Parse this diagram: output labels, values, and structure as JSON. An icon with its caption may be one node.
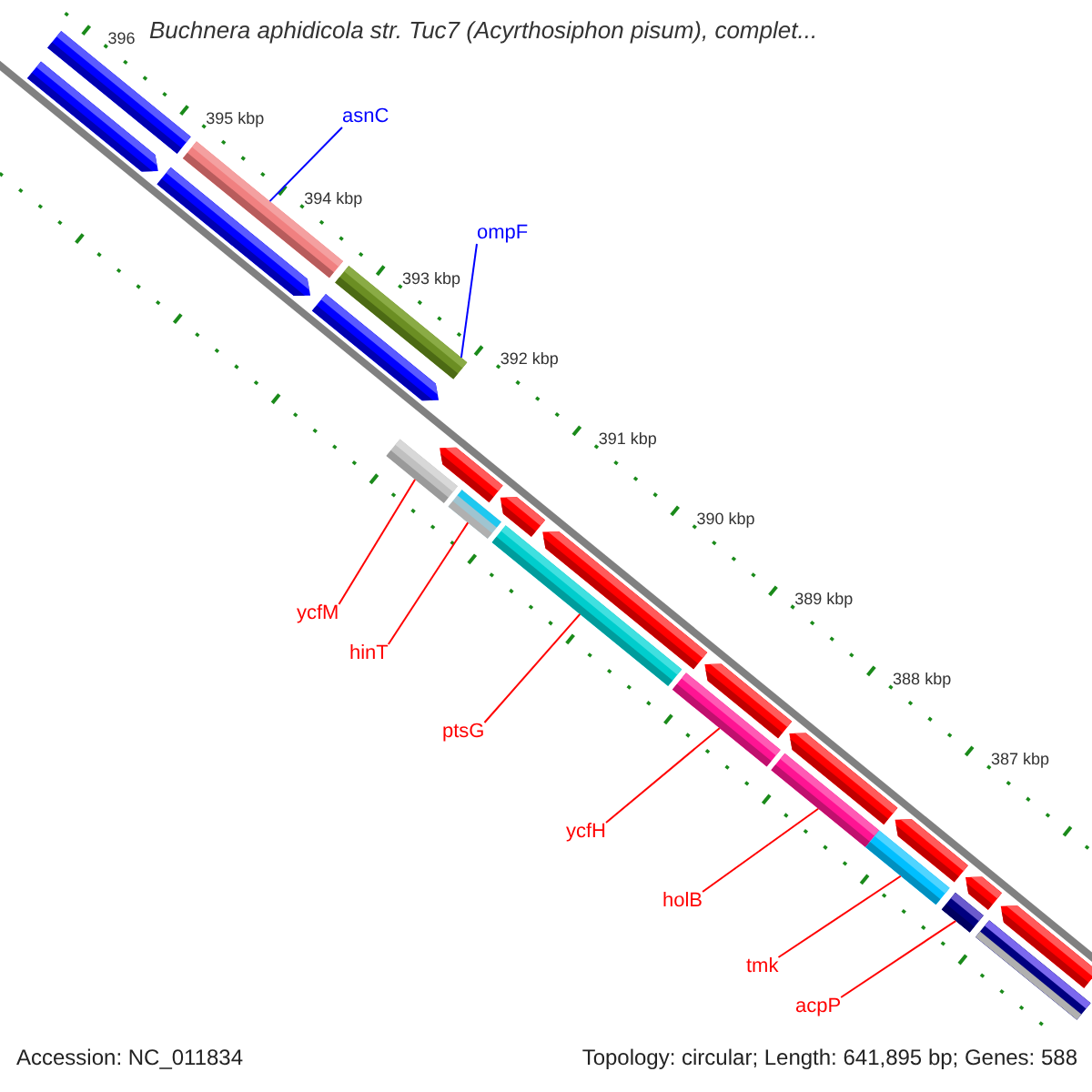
{
  "diagram": {
    "title": "Buchnera aphidicola str. Tuc7 (Acyrthosiphon pisum), complet...",
    "nodes": [
      {
        "text": [],
        "shape": "bar"
      },
      {
        "text": [],
        "shape": "bar"
      },
      {
        "text": [],
        "shape": "bar"
      },
      {
        "text": [],
        "shape": "pentagon"
      },
      {
        "text": [],
        "shape": "pentagon"
      },
      {
        "text": [],
        "shape": "pentagon"
      },
      {
        "text": [],
        "shape": "pentagon"
      },
      {
        "text": [],
        "shape": "pentagon"
      },
      {
        "text": [],
        "shape": "pentagon"
      },
      {
        "text": [],
        "shape": "pentagon"
      },
      {
        "text": [],
        "shape": "pentagon"
      },
      {
        "text": [],
        "shape": "pentagon"
      },
      {
        "text": [],
        "shape": "pentagon"
      },
      {
        "text": [],
        "shape": "pentagon"
      },
      {
        "text": [],
        "shape": "bar"
      },
      {
        "text": [],
        "shape": "bar"
      },
      {
        "text": [],
        "shape": "bar"
      },
      {
        "text": [],
        "shape": "bar"
      },
      {
        "text": [],
        "shape": "bar"
      },
      {
        "text": [],
        "shape": "bar"
      },
      {
        "text": [],
        "shape": "bar"
      },
      {
        "text": [],
        "shape": "bar"
      },
      {
        "text": [
          "asnC"
        ]
      },
      {
        "text": [
          "ompF"
        ]
      },
      {
        "text": [
          "ycfM"
        ]
      },
      {
        "text": [
          "hinT"
        ]
      },
      {
        "text": [
          "ptsG"
        ]
      },
      {
        "text": [
          "ycfH"
        ]
      },
      {
        "text": [
          "holB"
        ]
      },
      {
        "text": [
          "tmk"
        ]
      },
      {
        "text": [
          "acpP"
        ]
      }
    ],
    "edges": [
      {
        "from": 22,
        "to": 1,
        "arrow": "none",
        "color": "#0000ff"
      },
      {
        "from": 23,
        "to": 2,
        "arrow": "none",
        "color": "#0000ff"
      },
      {
        "from": 24,
        "to": 14,
        "arrow": "none"
      },
      {
        "from": 25,
        "to": 15,
        "arrow": "none"
      },
      {
        "from": 26,
        "to": 16,
        "arrow": "none"
      },
      {
        "from": 27,
        "to": 17,
        "arrow": "none"
      },
      {
        "from": 28,
        "to": 18,
        "arrow": "none"
      },
      {
        "from": 29,
        "to": 19,
        "arrow": "none"
      },
      {
        "from": 30,
        "to": 20,
        "arrow": "none"
      }
    ],
    "labels": [
      "396",
      "395 kbp",
      "394 kbp",
      "393 kbp",
      "392 kbp",
      "391 kbp",
      "390 kbp",
      "389 kbp",
      "388 kbp",
      "387 kbp",
      "Accession: NC_011834",
      "Topology: circular; Length: 641,895 bp; Genes: 588"
    ]
  }
}
